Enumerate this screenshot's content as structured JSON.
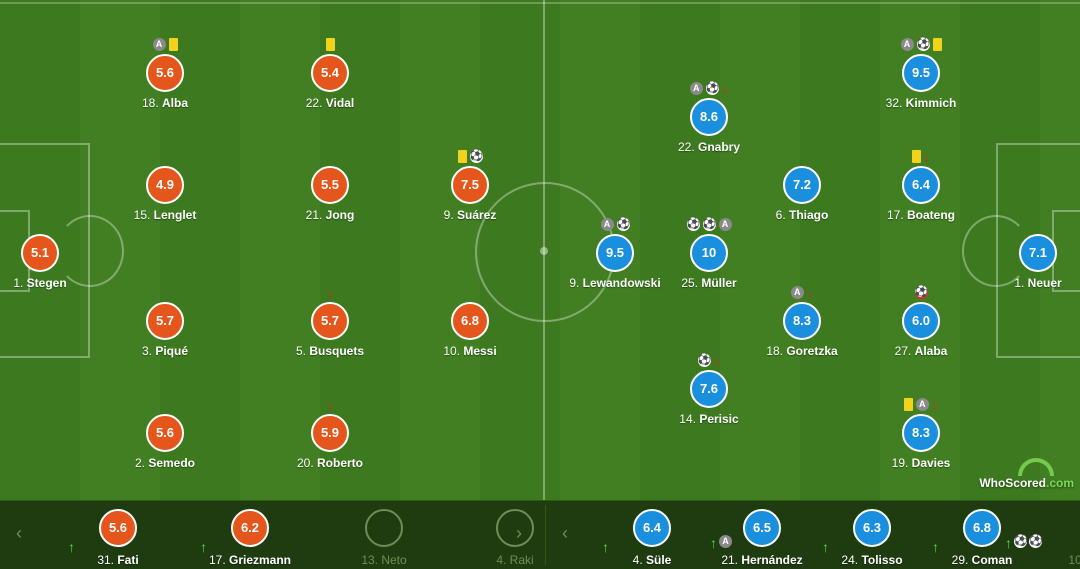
{
  "watermark": {
    "brand": "WhoScored",
    "domain": ".com"
  },
  "home_team": [
    {
      "num": "1.",
      "name": "Stegen",
      "rating": "5.1",
      "events": []
    },
    {
      "num": "18.",
      "name": "Alba",
      "rating": "5.6",
      "events": [
        "captain",
        "yellow"
      ]
    },
    {
      "num": "15.",
      "name": "Lenglet",
      "rating": "4.9",
      "events": []
    },
    {
      "num": "3.",
      "name": "Piqué",
      "rating": "5.7",
      "events": []
    },
    {
      "num": "2.",
      "name": "Semedo",
      "rating": "5.6",
      "events": []
    },
    {
      "num": "22.",
      "name": "Vidal",
      "rating": "5.4",
      "events": [
        "yellow"
      ]
    },
    {
      "num": "21.",
      "name": "Jong",
      "rating": "5.5",
      "events": []
    },
    {
      "num": "5.",
      "name": "Busquets",
      "rating": "5.7",
      "events": [
        "subout"
      ]
    },
    {
      "num": "20.",
      "name": "Roberto",
      "rating": "5.9",
      "events": [
        "subout"
      ]
    },
    {
      "num": "9.",
      "name": "Suárez",
      "rating": "7.5",
      "events": [
        "yellow",
        "goal"
      ]
    },
    {
      "num": "10.",
      "name": "Messi",
      "rating": "6.8",
      "events": []
    }
  ],
  "away_team": [
    {
      "num": "1.",
      "name": "Neuer",
      "rating": "7.1",
      "events": []
    },
    {
      "num": "32.",
      "name": "Kimmich",
      "rating": "9.5",
      "events": [
        "captain",
        "goal",
        "yellow"
      ]
    },
    {
      "num": "17.",
      "name": "Boateng",
      "rating": "6.4",
      "events": [
        "yellow",
        "subout"
      ]
    },
    {
      "num": "27.",
      "name": "Alaba",
      "rating": "6.0",
      "events": [
        "owngoal"
      ]
    },
    {
      "num": "19.",
      "name": "Davies",
      "rating": "8.3",
      "events": [
        "yellow",
        "captain",
        "subout"
      ]
    },
    {
      "num": "6.",
      "name": "Thiago",
      "rating": "7.2",
      "events": []
    },
    {
      "num": "18.",
      "name": "Goretzka",
      "rating": "8.3",
      "events": [
        "captain",
        "subout"
      ]
    },
    {
      "num": "22.",
      "name": "Gnabry",
      "rating": "8.6",
      "events": [
        "captain",
        "goal",
        "subout"
      ]
    },
    {
      "num": "25.",
      "name": "Müller",
      "rating": "10",
      "events": [
        "goal",
        "goal",
        "captain"
      ]
    },
    {
      "num": "14.",
      "name": "Perisic",
      "rating": "7.6",
      "events": [
        "goal",
        "subout"
      ]
    },
    {
      "num": "9.",
      "name": "Lewandowski",
      "rating": "9.5",
      "events": [
        "captain",
        "goal"
      ]
    }
  ],
  "home_subs": [
    {
      "num": "31.",
      "name": "Fati",
      "rating": "5.6",
      "played": true
    },
    {
      "num": "17.",
      "name": "Griezmann",
      "rating": "6.2",
      "played": true
    },
    {
      "num": "13.",
      "name": "Neto",
      "rating": "",
      "played": false
    },
    {
      "num": "4.",
      "name": "Raki",
      "rating": "",
      "played": false
    }
  ],
  "away_subs": [
    {
      "num": "4.",
      "name": "Süle",
      "rating": "6.4",
      "played": true
    },
    {
      "num": "21.",
      "name": "Hernández",
      "rating": "6.5",
      "played": true,
      "events": [
        "captain"
      ]
    },
    {
      "num": "24.",
      "name": "Tolisso",
      "rating": "6.3",
      "played": true
    },
    {
      "num": "29.",
      "name": "Coman",
      "rating": "6.8",
      "played": true
    },
    {
      "num": "10",
      "name": "",
      "rating": "",
      "played": true,
      "events": [
        "goal",
        "goal"
      ]
    }
  ],
  "icons": {
    "prev": "‹",
    "next": "›",
    "sub_in": "↑",
    "sub_out": "↓",
    "captain": "A",
    "goal": "⚽"
  }
}
